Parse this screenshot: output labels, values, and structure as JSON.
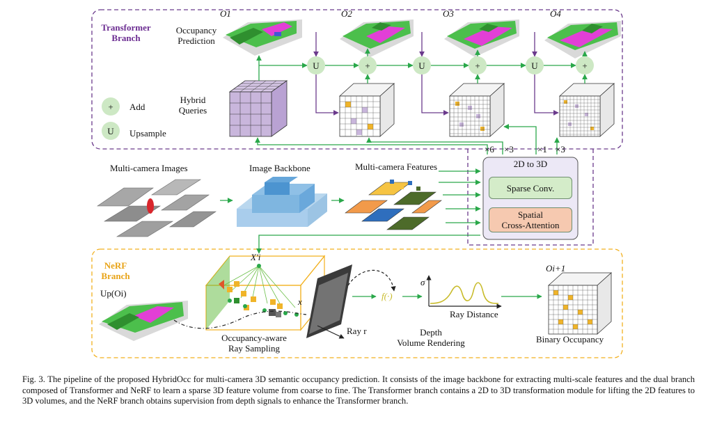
{
  "transformer_branch": {
    "title_line1": "Transformer",
    "title_line2": "Branch",
    "occupancy_label_line1": "Occupancy",
    "occupancy_label_line2": "Prediction",
    "outputs": [
      "O1",
      "O2",
      "O3",
      "O4"
    ],
    "queries_line1": "Hybrid",
    "queries_line2": "Queries",
    "multipliers": [
      "×6",
      "×3",
      "×1",
      "×3"
    ]
  },
  "legend": {
    "add_symbol": "+",
    "add_label": "Add",
    "upsample_symbol": "U",
    "upsample_label": "Upsample"
  },
  "encoder": {
    "images_label": "Multi-camera Images",
    "backbone_label": "Image Backbone",
    "features_label": "Multi-camera Features"
  },
  "lifting_module": {
    "title": "2D to 3D",
    "sparse_conv": "Sparse Conv.",
    "attention_line1": "Spatial",
    "attention_line2": "Cross-Attention"
  },
  "nerf_branch": {
    "title_line1": "NeRF",
    "title_line2": "Branch",
    "up_label": "Up(Oi)",
    "point_label": "X'i",
    "x_label": "x",
    "ray_label": "Ray r",
    "f_label": "f(·)",
    "sigma_label": "σ",
    "ray_distance_label": "Ray Distance",
    "sampling_line1": "Occupancy-aware",
    "sampling_line2": "Ray Sampling",
    "rendering_line1": "Depth",
    "rendering_line2": "Volume Rendering",
    "next_output": "Oi+1",
    "binary_label": "Binary Occupancy"
  },
  "caption": "Fig. 3.  The pipeline of the proposed HybridOcc for multi-camera 3D semantic occupancy prediction. It consists of the image backbone for extracting multi-scale features and the dual branch composed of Transformer and NeRF to learn a sparse 3D feature volume from coarse to fine. The Transformer branch contains a 2D to 3D transformation module for lifting the 2D features to 3D volumes, and the NeRF branch obtains supervision from depth signals to enhance the Transformer branch.",
  "colors": {
    "transformer_border": "#6b3a8c",
    "nerf_border": "#f2b01e",
    "transformer_title": "#6b2c91",
    "nerf_title": "#e8a317",
    "arrow": "#2aa84a",
    "node_fill": "#cde8c4",
    "queries_cube": "#c9b6dc",
    "orange_cell": "#f0b429",
    "sparse_conv_fill": "#d4ecc9",
    "attention_fill": "#f6c9b0",
    "module_fill": "#ece8f6"
  }
}
